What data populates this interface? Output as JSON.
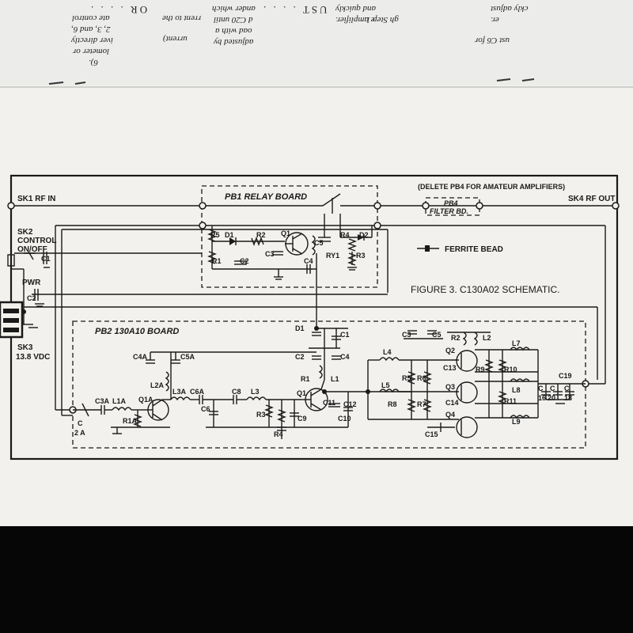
{
  "reverse_page": {
    "lines": [
      "adjusted by",
      "oad with a",
      "d C20 until",
      "ander which",
      "rrent to the",
      "urrent)",
      "ate control",
      "2, 3, and 6,",
      "iver directly",
      "lometer or",
      "6).",
      "OR . . . .",
      "UST . . . .",
      "gh Step 1.",
      "and quickly",
      "e amplifier.",
      "ckly adjust",
      "er.",
      "ust C6 for"
    ]
  },
  "schematic": {
    "figure_caption": "FIGURE 3. C130A02 SCHEMATIC.",
    "note": "(DELETE PB4 FOR AMATEUR AMPLIFIERS)",
    "ferrite_label": "FERRITE BEAD",
    "boards": {
      "pb1": "PB1 RELAY BOARD",
      "pb2": "PB2 130A10 BOARD",
      "pb4_line1": "PB4",
      "pb4_line2": "FILTER BD."
    },
    "connectors": {
      "sk1": "SK1 RF IN",
      "sk4": "SK4 RF OUT",
      "sk2_l1": "SK2",
      "sk2_l2": "CONTROL",
      "sk2_l3": "ON/OFF",
      "pwr": "PWR",
      "sk3_l1": "SK3",
      "sk3_l2": "13.8 VDC"
    },
    "pb1_parts": [
      "R5",
      "D1",
      "R2",
      "Q1",
      "C5",
      "R1",
      "C2",
      "C3",
      "C4",
      "RY1",
      "R4",
      "D2",
      "R3"
    ],
    "pb2_parts": {
      "c1_main": "C1",
      "c2_main": "C2",
      "d1": "D1",
      "c1": "C1",
      "c2": "C2",
      "c4": "C4",
      "c3": "C3",
      "c5": "C5",
      "c4a": "C4A",
      "c5a": "C5A",
      "l2a": "L2A",
      "c3a": "C3A",
      "l1a": "L1A",
      "q1a": "Q1A",
      "r1a": "R1A",
      "c2a_1": "C",
      "c2a_2": "2 A",
      "l3a": "L3A",
      "c6a": "C6A",
      "c6": "C6",
      "c8": "C8",
      "l3": "L3",
      "r3": "R3",
      "r4": "R4",
      "c9": "C9",
      "r1": "R1",
      "l1": "L1",
      "q1": "Q1",
      "c11": "C11",
      "c10": "C10",
      "c12": "C12",
      "l4": "L4",
      "l5": "L5",
      "r5": "R5",
      "r6": "R6",
      "r8": "R8",
      "r7": "R7",
      "c13": "C13",
      "c14": "C14",
      "c15": "C15",
      "r2": "R2",
      "l2": "L2",
      "q2": "Q2",
      "q3": "Q3",
      "q4": "Q4",
      "r9": "R9",
      "r10": "R10",
      "r11": "R11",
      "l7": "L7",
      "l8": "L8",
      "l9": "L9",
      "c16a": "C",
      "c16b": "16",
      "c17": "C",
      "c20": "20",
      "c18a": "C",
      "c18b": "18",
      "c19": "C19"
    }
  }
}
